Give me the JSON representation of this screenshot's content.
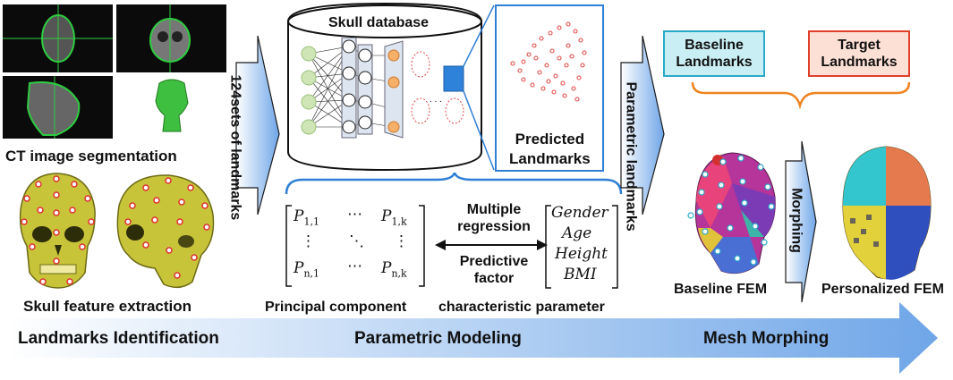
{
  "labels": {
    "ct_segmentation": "CT image segmentation",
    "skull_feature": "Skull feature extraction",
    "landmark_sets": "124sets of landmarks",
    "skull_database": "Skull database",
    "predicted_landmarks_line1": "Predicted",
    "predicted_landmarks_line2": "Landmarks",
    "baseline_landmarks_line1": "Baseline",
    "baseline_landmarks_line2": "Landmarks",
    "target_landmarks_line1": "Target",
    "target_landmarks_line2": "Landmarks",
    "parametric_landmarks": "Parametric landmarks",
    "morphing": "Morphing",
    "multiple_regression_line1": "Multiple",
    "multiple_regression_line2": "regression",
    "predictive_factor_line1": "Predictive",
    "predictive_factor_line2": "factor",
    "principal_component": "Principal component",
    "characteristic_parameter": "characteristic parameter",
    "baseline_fem": "Baseline FEM",
    "personalized_fem": "Personalized FEM"
  },
  "matrix": {
    "p11": "P",
    "p11_sub": "1,1",
    "p1k": "P",
    "p1k_sub": "1,k",
    "pn1": "P",
    "pn1_sub": "n,1",
    "pnk": "P",
    "pnk_sub": "n,k",
    "hdots": "⋯",
    "vdots": "⋮",
    "ddots": "⋱"
  },
  "params": [
    "Gender",
    "Age",
    "Height",
    "BMI"
  ],
  "stages": {
    "stage1": "Landmarks Identification",
    "stage2": "Parametric Modeling",
    "stage3": "Mesh Morphing"
  },
  "colors": {
    "baseline_box_bg": "#c9eef4",
    "baseline_box_border": "#2aa9c9",
    "target_box_bg": "#fde0d5",
    "target_box_border": "#e0402a",
    "bracket_orange": "#f0831e",
    "bracket_blue": "#2f7fd6",
    "stage_arrow_start": "#ffffff",
    "stage_arrow_end": "#6fa6e8"
  }
}
